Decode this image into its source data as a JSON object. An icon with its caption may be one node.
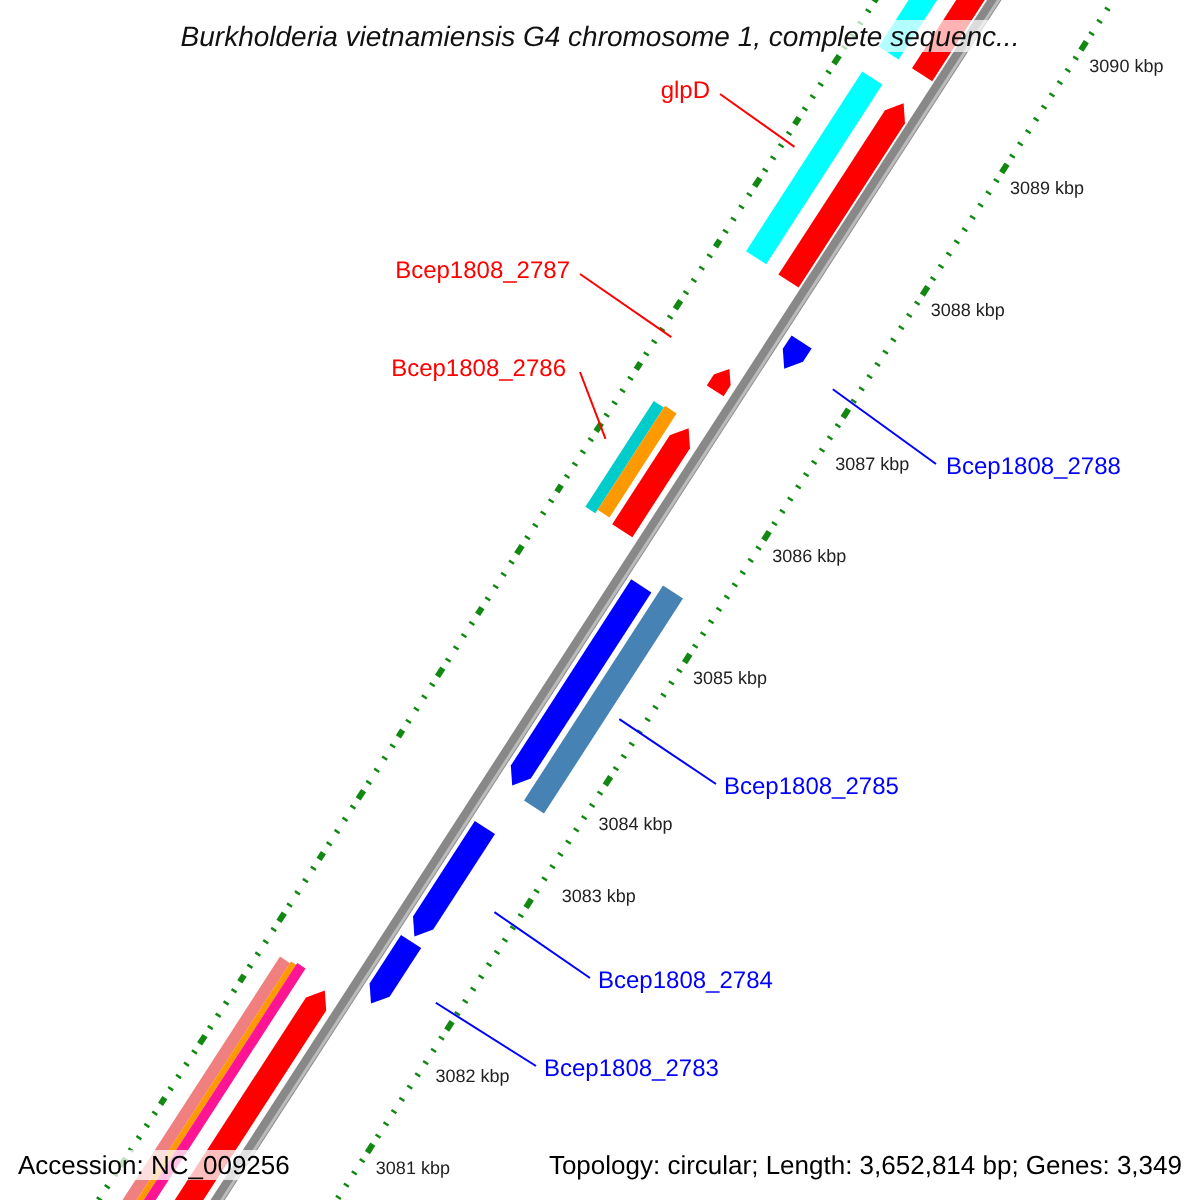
{
  "diagram": {
    "title": "Burkholderia vietnamiensis G4 chromosome 1, complete sequenc...",
    "nodes": [
      {
        "text": [
          "glpD"
        ]
      },
      {
        "text": [
          "Bcep1808_2787"
        ]
      },
      {
        "text": [
          "Bcep1808_2786"
        ]
      },
      {
        "text": [
          "Bcep1808_2788"
        ]
      },
      {
        "text": [
          "Bcep1808_2785"
        ]
      },
      {
        "text": [
          "Bcep1808_2784"
        ]
      },
      {
        "text": [
          "Bcep1808_2783"
        ]
      }
    ],
    "edges": [
      {
        "from": 0,
        "to": null,
        "arrow": "none",
        "color": "#ff0000"
      },
      {
        "from": 1,
        "to": null,
        "arrow": "none",
        "color": "#ff0000"
      },
      {
        "from": 2,
        "to": null,
        "arrow": "none",
        "color": "#ff0000"
      },
      {
        "from": 3,
        "to": null,
        "arrow": "none",
        "color": "#0000ff"
      },
      {
        "from": 4,
        "to": null,
        "arrow": "none",
        "color": "#0000ff"
      },
      {
        "from": 5,
        "to": null,
        "arrow": "none",
        "color": "#0000ff"
      },
      {
        "from": 6,
        "to": null,
        "arrow": "none",
        "color": "#0000ff"
      }
    ],
    "labels": [
      "3090 kbp",
      "3089 kbp",
      "3088 kbp",
      "3087 kbp",
      "3086 kbp",
      "3085 kbp",
      "3084 kbp",
      "3083 kbp",
      "3082 kbp",
      "3081 kbp",
      "Accession: NC_009256",
      "Topology: circular; Length: 3,652,814 bp; Genes: 3,349"
    ]
  }
}
